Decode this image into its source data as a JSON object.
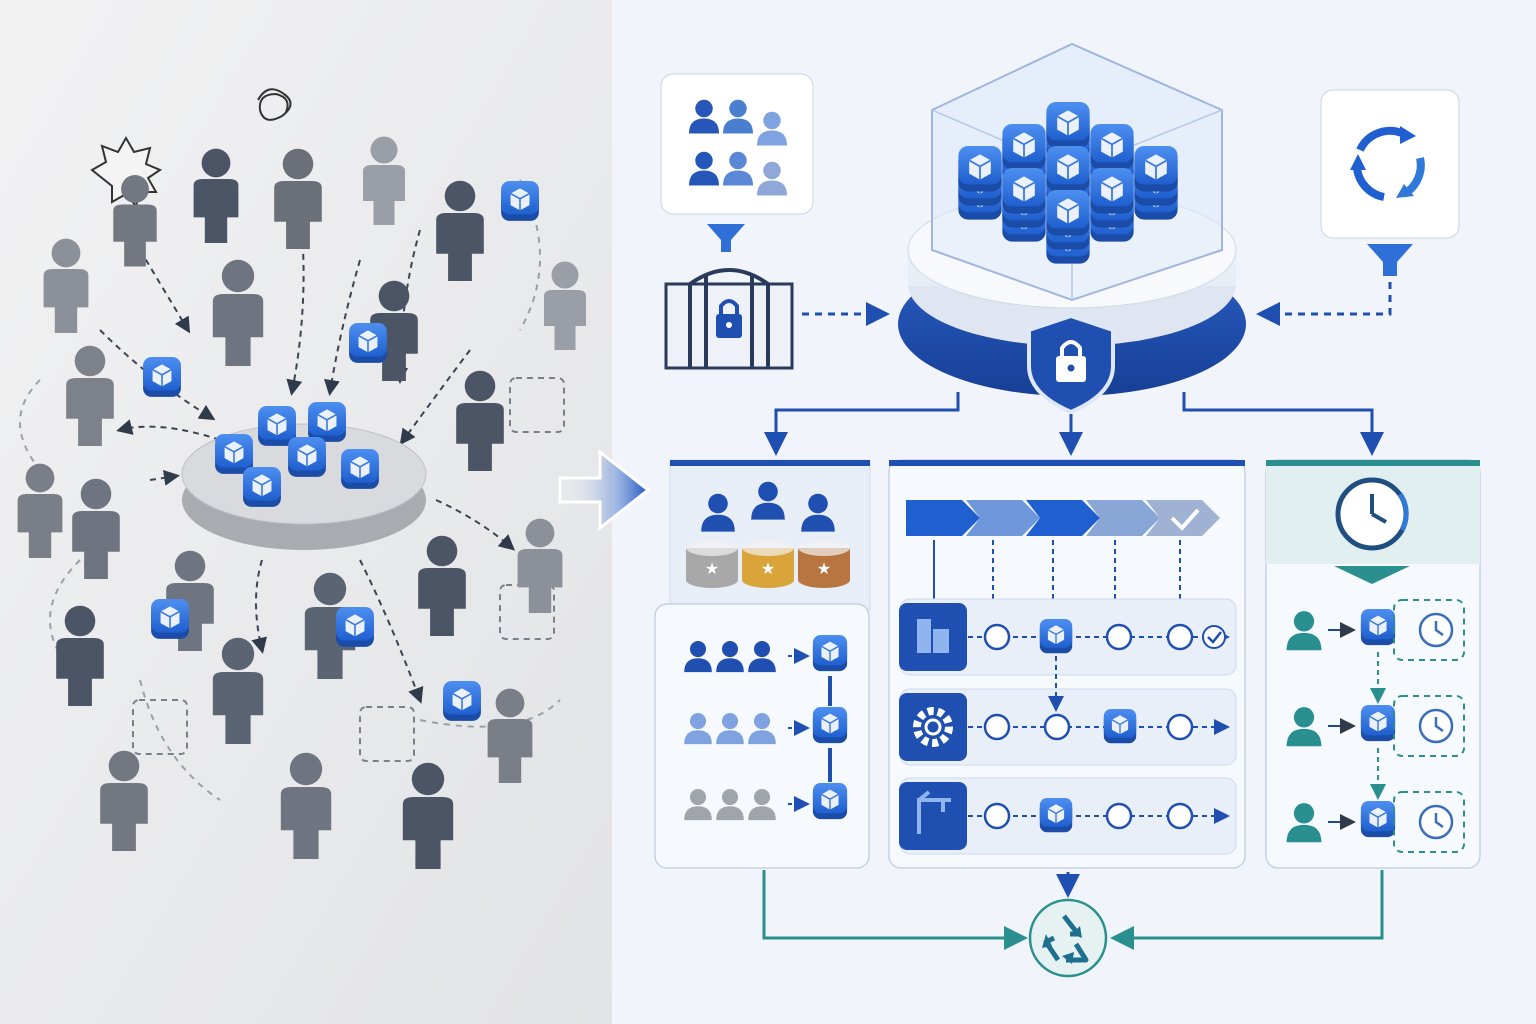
{
  "colors": {
    "left_bg": "#e9e9eb",
    "right_bg": "#f1f5fb",
    "person_gray": "#7c7f86",
    "person_dark": "#4b5566",
    "blue_dark": "#1a4ca8",
    "blue": "#2f6fd8",
    "blue_light": "#7fa3e0",
    "teal": "#2a8f8f",
    "gold": "#d9a43a",
    "silver": "#a8a8a8",
    "bronze": "#b8753f"
  },
  "icons": {
    "chaos": [
      "scribble-icon",
      "burst-icon",
      "dashed-arrow-icon",
      "package-cube-icon",
      "person-icon"
    ],
    "transition": "big-right-arrow-icon",
    "hub": [
      "database-cylinder-icon",
      "cube-stack-icon",
      "shield-lock-icon"
    ],
    "intake": [
      "user-group-icon",
      "funnel-icon",
      "gated-lock-icon"
    ],
    "refresh": [
      "refresh-cycle-icon",
      "funnel-icon"
    ],
    "tiers": [
      "user-group-icon",
      "tier-badge-silver-icon",
      "tier-badge-gold-icon",
      "tier-badge-bronze-icon"
    ],
    "workflow": [
      "chevron-step-icon",
      "checkmark-icon",
      "building-icon",
      "gear-icon",
      "crane-icon"
    ],
    "timing": [
      "clock-icon",
      "user-icon",
      "timer-icon"
    ],
    "footer": "recycle-icon"
  },
  "tier_rows": 3,
  "workflow_stages": 5,
  "workflow_lanes": [
    "building",
    "gear",
    "crane"
  ],
  "timing_rows": 3
}
